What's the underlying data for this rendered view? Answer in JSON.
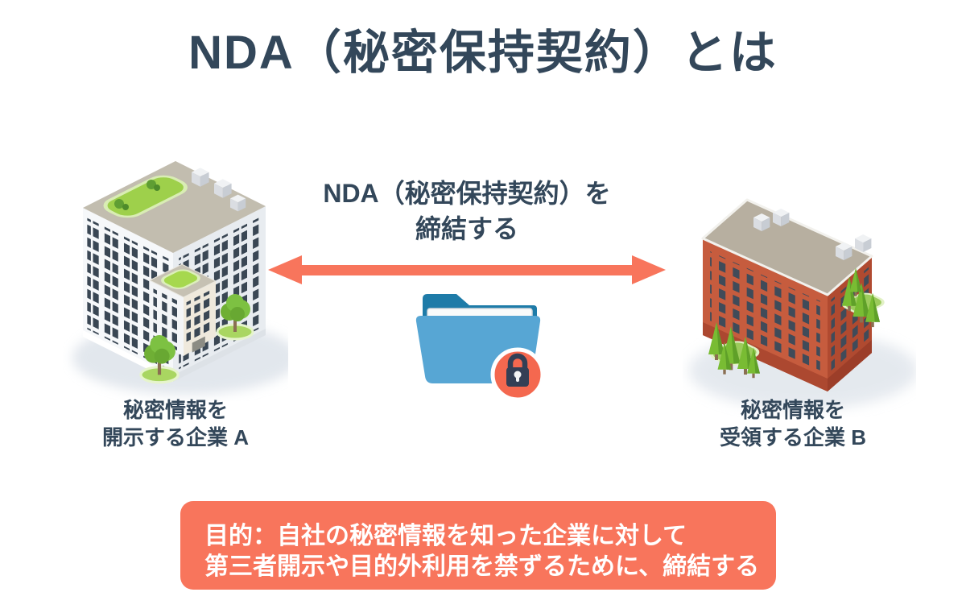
{
  "title": "NDA（秘密保持契約）とは",
  "relation": {
    "line1": "NDA（秘密保持契約）を",
    "line2": "締結する"
  },
  "company_a": {
    "line1": "秘密情報を",
    "line2": "開示する企業 A"
  },
  "company_b": {
    "line1": "秘密情報を",
    "line2": "受領する企業 B"
  },
  "purpose": {
    "line1": "目的：自社の秘密情報を知った企業に対して",
    "line2": "第三者開示や目的外利用を禁ずるために、締結する"
  },
  "icons": {
    "center": "locked-folder-icon",
    "between_companies": "double-headed-arrow-icon",
    "company_a": "white-office-tower-illustration",
    "company_b": "brick-office-building-illustration"
  },
  "colors": {
    "text_navy": "#33475A",
    "accent_coral": "#F8755C",
    "folder_blue": "#57A6D4",
    "folder_dark_blue": "#1E7BA8",
    "lock_navy": "#333F55",
    "roof_green": "#9ED04B",
    "background": "#FFFFFF"
  }
}
